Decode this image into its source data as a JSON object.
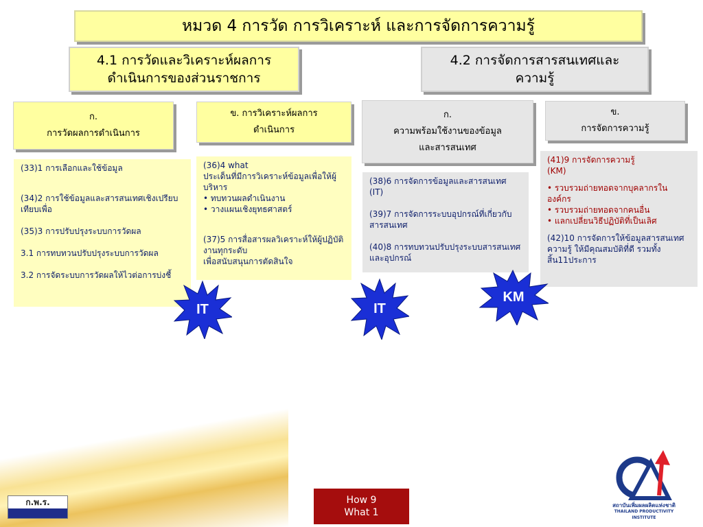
{
  "title": "หมวด 4 การวัด การวิเคราะห์ และการจัดการความรู้",
  "section_41": {
    "line1": "4.1 การวัดและวิเคราะห์ผลการ",
    "line2": "ดำเนินการของส่วนราชการ"
  },
  "section_42": {
    "line1": "4.2 การจัดการสารสนเทศและ",
    "line2": "ความรู้"
  },
  "sub_a1": {
    "line1": "ก.",
    "line2": "การวัดผลการดำเนินการ"
  },
  "sub_b1": {
    "line1": "ข. การวิเคราะห์ผลการ",
    "line2": "ดำเนินการ"
  },
  "sub_a2": {
    "line1": "ก.",
    "line2": "ความพร้อมใช้งานของข้อมูล",
    "line3": "และสารสนเทศ"
  },
  "sub_b2": {
    "line1": "ข.",
    "line2": "การจัดการความรู้"
  },
  "box1": {
    "item33": "(33)1 การเลือกและใช้ข้อมูล",
    "item34": "(34)2 การใช้ข้อมูลและสารสนเทศเชิงเปรียบเทียบเพื่อ",
    "item35": "(35)3 การปรับปรุงระบบการวัดผล",
    "item31": "3.1 การทบทวนปรับปรุงระบบการวัดผล",
    "item32": "3.2 การจัดระบบการวัดผลให้ไวต่อการบ่งชี้"
  },
  "box2": {
    "item36_head": "(36)4  what",
    "item36_body": "ประเด็นที่มีการวิเคราะห์ข้อมูลเพื่อให้ผู้บริหาร",
    "bullet1": "• ทบทวนผลดำเนินงาน",
    "bullet2": "• วางแผนเชิงยุทธศาสตร์",
    "item37_a": "(37)5 การสื่อสารผลวิเคราะห์ให้ผู้ปฏิบัติงานทุกระดับ",
    "item37_b": "เพื่อสนับสนุนการตัดสินใจ"
  },
  "box3": {
    "item38": "(38)6 การจัดการข้อมูลและสารสนเทศ (IT)",
    "item39": "(39)7 การจัดการระบบอุปกรณ์ที่เกี่ยวกับสารสนเทศ",
    "item40": "(40)8 การทบทวนปรับปรุงระบบสารสนเทศและอุปกรณ์"
  },
  "box4": {
    "item41_a": "(41)9 การจัดการความรู้",
    "item41_b": "(KM)",
    "bullet1": "• รวบรวมถ่ายทอดจากบุคลากรในองค์กร",
    "bullet2": "• รวบรวมถ่ายทอดจากคนอื่น",
    "bullet3": "• แลกเปลี่ยนวิธีปฏิบัติที่เป็นเลิศ",
    "item42": "(42)10 การจัดการให้ข้อมูลสารสนเทศ ความรู้ ให้มีคุณสมบัติที่ดี รวมทั้งสิ้น11ประการ"
  },
  "stars": {
    "it_left": "IT",
    "it_right": "IT",
    "km": "KM"
  },
  "footer": {
    "how": "How  9",
    "what": "What  1"
  },
  "logos": {
    "left_text": "ก.พ.ร.",
    "right_caption_th": "สถาบันเพิ่มผลผลิตแห่งชาติ",
    "right_caption_en": "THAILAND PRODUCTIVITY INSTITUTE"
  },
  "colors": {
    "navy": "#0d1e6b",
    "maroon": "#a00000",
    "star_blue": "#1a2fd6",
    "footer_red": "#a50d0d",
    "yellow": "#ffffa0",
    "grey": "#e6e6e6"
  }
}
